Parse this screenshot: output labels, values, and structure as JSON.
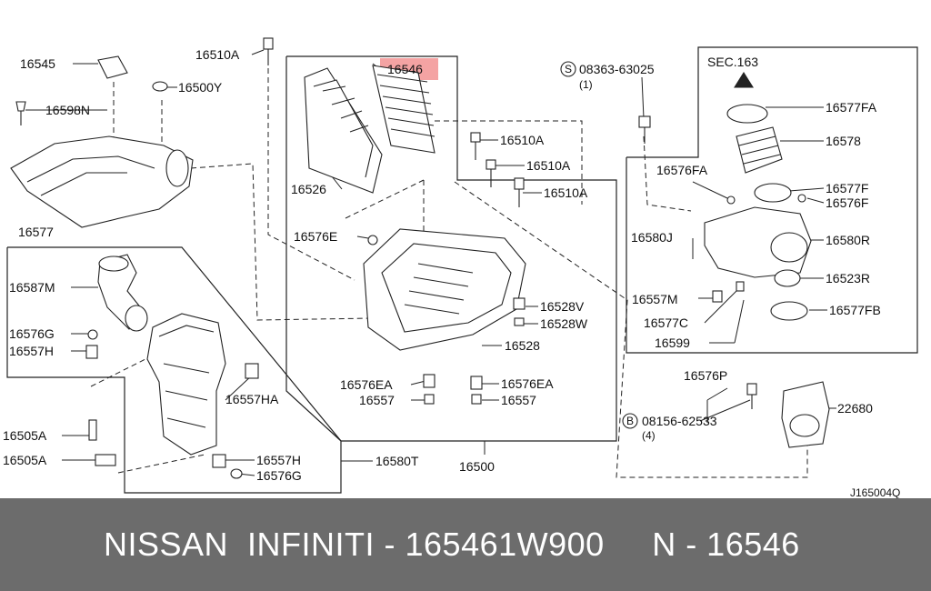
{
  "colors": {
    "highlight": "#f4a3a3",
    "line": "#222222",
    "footer_bg": "#6c6c6c",
    "footer_text": "#ffffff"
  },
  "diagram": {
    "ref_code": "J165004Q",
    "labels": [
      {
        "id": "l16545",
        "text": "16545"
      },
      {
        "id": "l16598N",
        "text": "16598N"
      },
      {
        "id": "l16577",
        "text": "16577"
      },
      {
        "id": "l16500Y",
        "text": "16500Y"
      },
      {
        "id": "l16510A_1",
        "text": "16510A"
      },
      {
        "id": "l16546",
        "text": "16546"
      },
      {
        "id": "l16526",
        "text": "16526"
      },
      {
        "id": "l16510A_2",
        "text": "16510A"
      },
      {
        "id": "l16510A_3",
        "text": "16510A"
      },
      {
        "id": "l16510A_4",
        "text": "16510A"
      },
      {
        "id": "l16576E",
        "text": "16576E"
      },
      {
        "id": "l16528V",
        "text": "16528V"
      },
      {
        "id": "l16528W",
        "text": "16528W"
      },
      {
        "id": "l16528",
        "text": "16528"
      },
      {
        "id": "l16576EA_1",
        "text": "16576EA"
      },
      {
        "id": "l16557_1",
        "text": "16557"
      },
      {
        "id": "l16576EA_2",
        "text": "16576EA"
      },
      {
        "id": "l16557_2",
        "text": "16557"
      },
      {
        "id": "l16500",
        "text": "16500"
      },
      {
        "id": "l16587M",
        "text": "16587M"
      },
      {
        "id": "l16576G_1",
        "text": "16576G"
      },
      {
        "id": "l16557H_1",
        "text": "16557H"
      },
      {
        "id": "l16557HA",
        "text": "16557HA"
      },
      {
        "id": "l16505A_1",
        "text": "16505A"
      },
      {
        "id": "l16505A_2",
        "text": "16505A"
      },
      {
        "id": "l16557H_2",
        "text": "16557H"
      },
      {
        "id": "l16576G_2",
        "text": "16576G"
      },
      {
        "id": "l16580T",
        "text": "16580T"
      },
      {
        "id": "l08363",
        "text": "08363-63025"
      },
      {
        "id": "l08363q",
        "text": "(1)"
      },
      {
        "id": "lSEC163",
        "text": "SEC.163"
      },
      {
        "id": "l16577FA",
        "text": "16577FA"
      },
      {
        "id": "l16578",
        "text": "16578"
      },
      {
        "id": "l16576FA",
        "text": "16576FA"
      },
      {
        "id": "l16577F",
        "text": "16577F"
      },
      {
        "id": "l16576F",
        "text": "16576F"
      },
      {
        "id": "l16580J",
        "text": "16580J"
      },
      {
        "id": "l16580R",
        "text": "16580R"
      },
      {
        "id": "l16523R",
        "text": "16523R"
      },
      {
        "id": "l16557M",
        "text": "16557M"
      },
      {
        "id": "l16577C",
        "text": "16577C"
      },
      {
        "id": "l16599",
        "text": "16599"
      },
      {
        "id": "l16577FB",
        "text": "16577FB"
      },
      {
        "id": "l16576P",
        "text": "16576P"
      },
      {
        "id": "l22680",
        "text": "22680"
      },
      {
        "id": "l08156",
        "text": "08156-62533"
      },
      {
        "id": "l08156q",
        "text": "(4)"
      },
      {
        "id": "lS",
        "text": "S"
      },
      {
        "id": "lB",
        "text": "B"
      }
    ]
  },
  "footer": {
    "text": "NISSAN  INFINITI - 165461W900     N - 16546"
  }
}
